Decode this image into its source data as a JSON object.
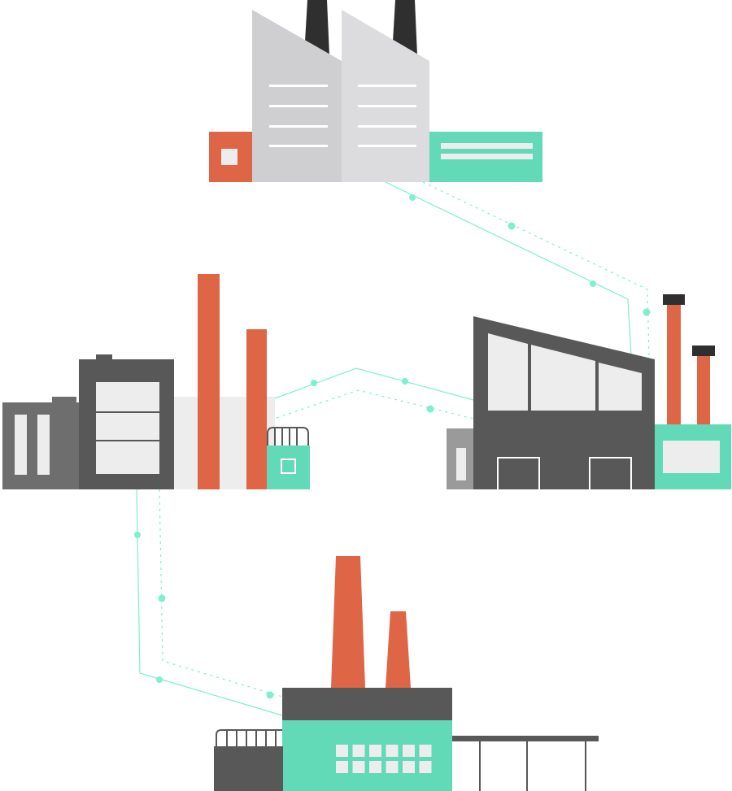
{
  "colors": {
    "background": "#ffffff",
    "orange": "#de6545",
    "mint": "#62d9b7",
    "dark_gray": "#585858",
    "mid_gray": "#6e6e6e",
    "light_gray": "#cfcfd1",
    "lighter_gray": "#dcdcde",
    "pale": "#ededee",
    "near_black": "#2f2f2f",
    "connector": "#7ef0cf"
  },
  "illustration": {
    "factories": [
      {
        "name": "sawtooth-roof-factory",
        "position": "top"
      },
      {
        "name": "tank-and-chimneys-factory",
        "position": "left"
      },
      {
        "name": "slanted-roof-warehouse",
        "position": "right"
      },
      {
        "name": "mint-plant-with-chimneys",
        "position": "bottom"
      }
    ],
    "connections": [
      {
        "name": "top-to-right",
        "style": "solid and dotted"
      },
      {
        "name": "left-to-right",
        "style": "solid and dotted"
      },
      {
        "name": "left-to-bottom",
        "style": "solid and dotted"
      }
    ]
  }
}
